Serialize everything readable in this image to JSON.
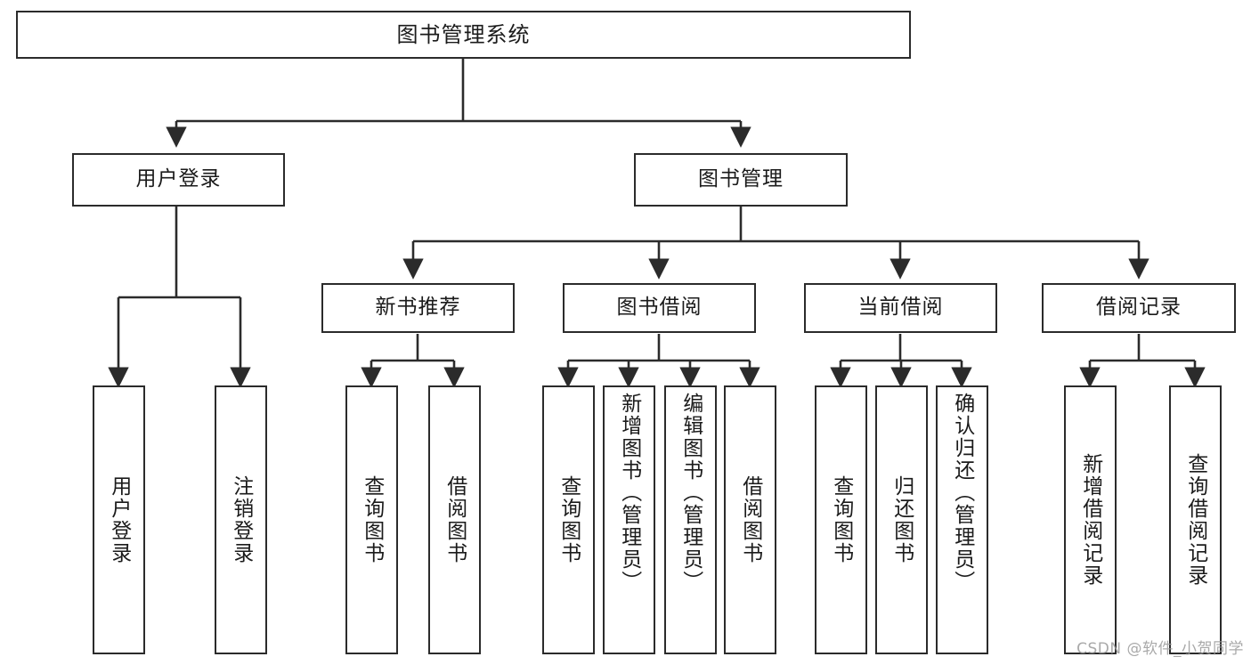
{
  "diagram": {
    "title": "图书管理系统",
    "type": "tree",
    "colors": {
      "stroke": "#2b2b2b",
      "fill": "#ffffff",
      "text": "#1b1b1b",
      "watermark": "#9b9b9b"
    },
    "root": {
      "label": "图书管理系统"
    },
    "level2": [
      {
        "label": "用户登录"
      },
      {
        "label": "图书管理"
      }
    ],
    "level3": [
      {
        "label": "新书推荐"
      },
      {
        "label": "图书借阅"
      },
      {
        "label": "当前借阅"
      },
      {
        "label": "借阅记录"
      }
    ],
    "leaves": {
      "user_login": [
        {
          "label": "用户登录"
        },
        {
          "label": "注销登录"
        }
      ],
      "new_book_recommend": [
        {
          "label": "查询图书"
        },
        {
          "label": "借阅图书"
        }
      ],
      "book_borrow": [
        {
          "label": "查询图书"
        },
        {
          "label": "新增图书（管理员）"
        },
        {
          "label": "编辑图书（管理员）"
        },
        {
          "label": "借阅图书"
        }
      ],
      "current_borrow": [
        {
          "label": "查询图书"
        },
        {
          "label": "归还图书"
        },
        {
          "label": "确认归还（管理员）"
        }
      ],
      "borrow_record": [
        {
          "label": "新增借阅记录"
        },
        {
          "label": "查询借阅记录"
        }
      ]
    }
  },
  "watermark": {
    "text": "CSDN @软件_小贺同学"
  }
}
